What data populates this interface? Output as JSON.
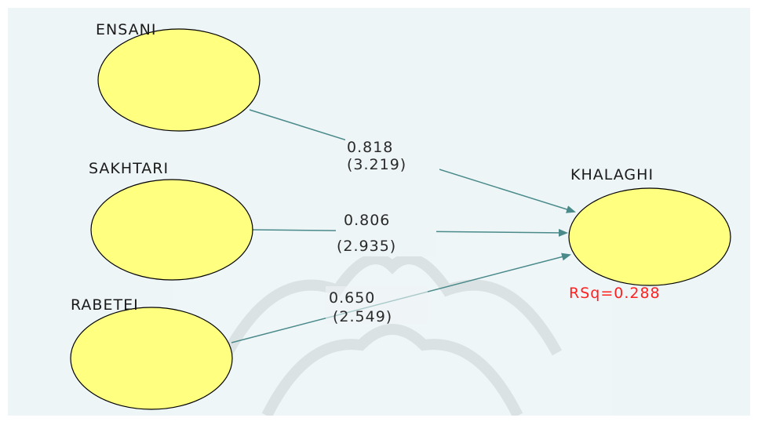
{
  "diagram": {
    "nodes": [
      {
        "id": "ensani",
        "label": "ENSANI"
      },
      {
        "id": "sakhtari",
        "label": "SAKHTARI"
      },
      {
        "id": "rabetei",
        "label": "RABETEI"
      },
      {
        "id": "khalaghi",
        "label": "KHALAGHI",
        "rsq": "RSq=0.288"
      }
    ],
    "paths": [
      {
        "from": "ensani",
        "to": "khalaghi",
        "coef": "0.818",
        "t": "(3.219)"
      },
      {
        "from": "sakhtari",
        "to": "khalaghi",
        "coef": "0.806",
        "t": "(2.935)"
      },
      {
        "from": "rabetei",
        "to": "khalaghi",
        "coef": "0.650",
        "t": "(2.549)"
      }
    ],
    "colors": {
      "node_fill": "#ffff80",
      "node_stroke": "#000000",
      "arrow": "#4a8a8a",
      "rsq_text": "#ff2020",
      "background": "#eef5f7"
    }
  }
}
